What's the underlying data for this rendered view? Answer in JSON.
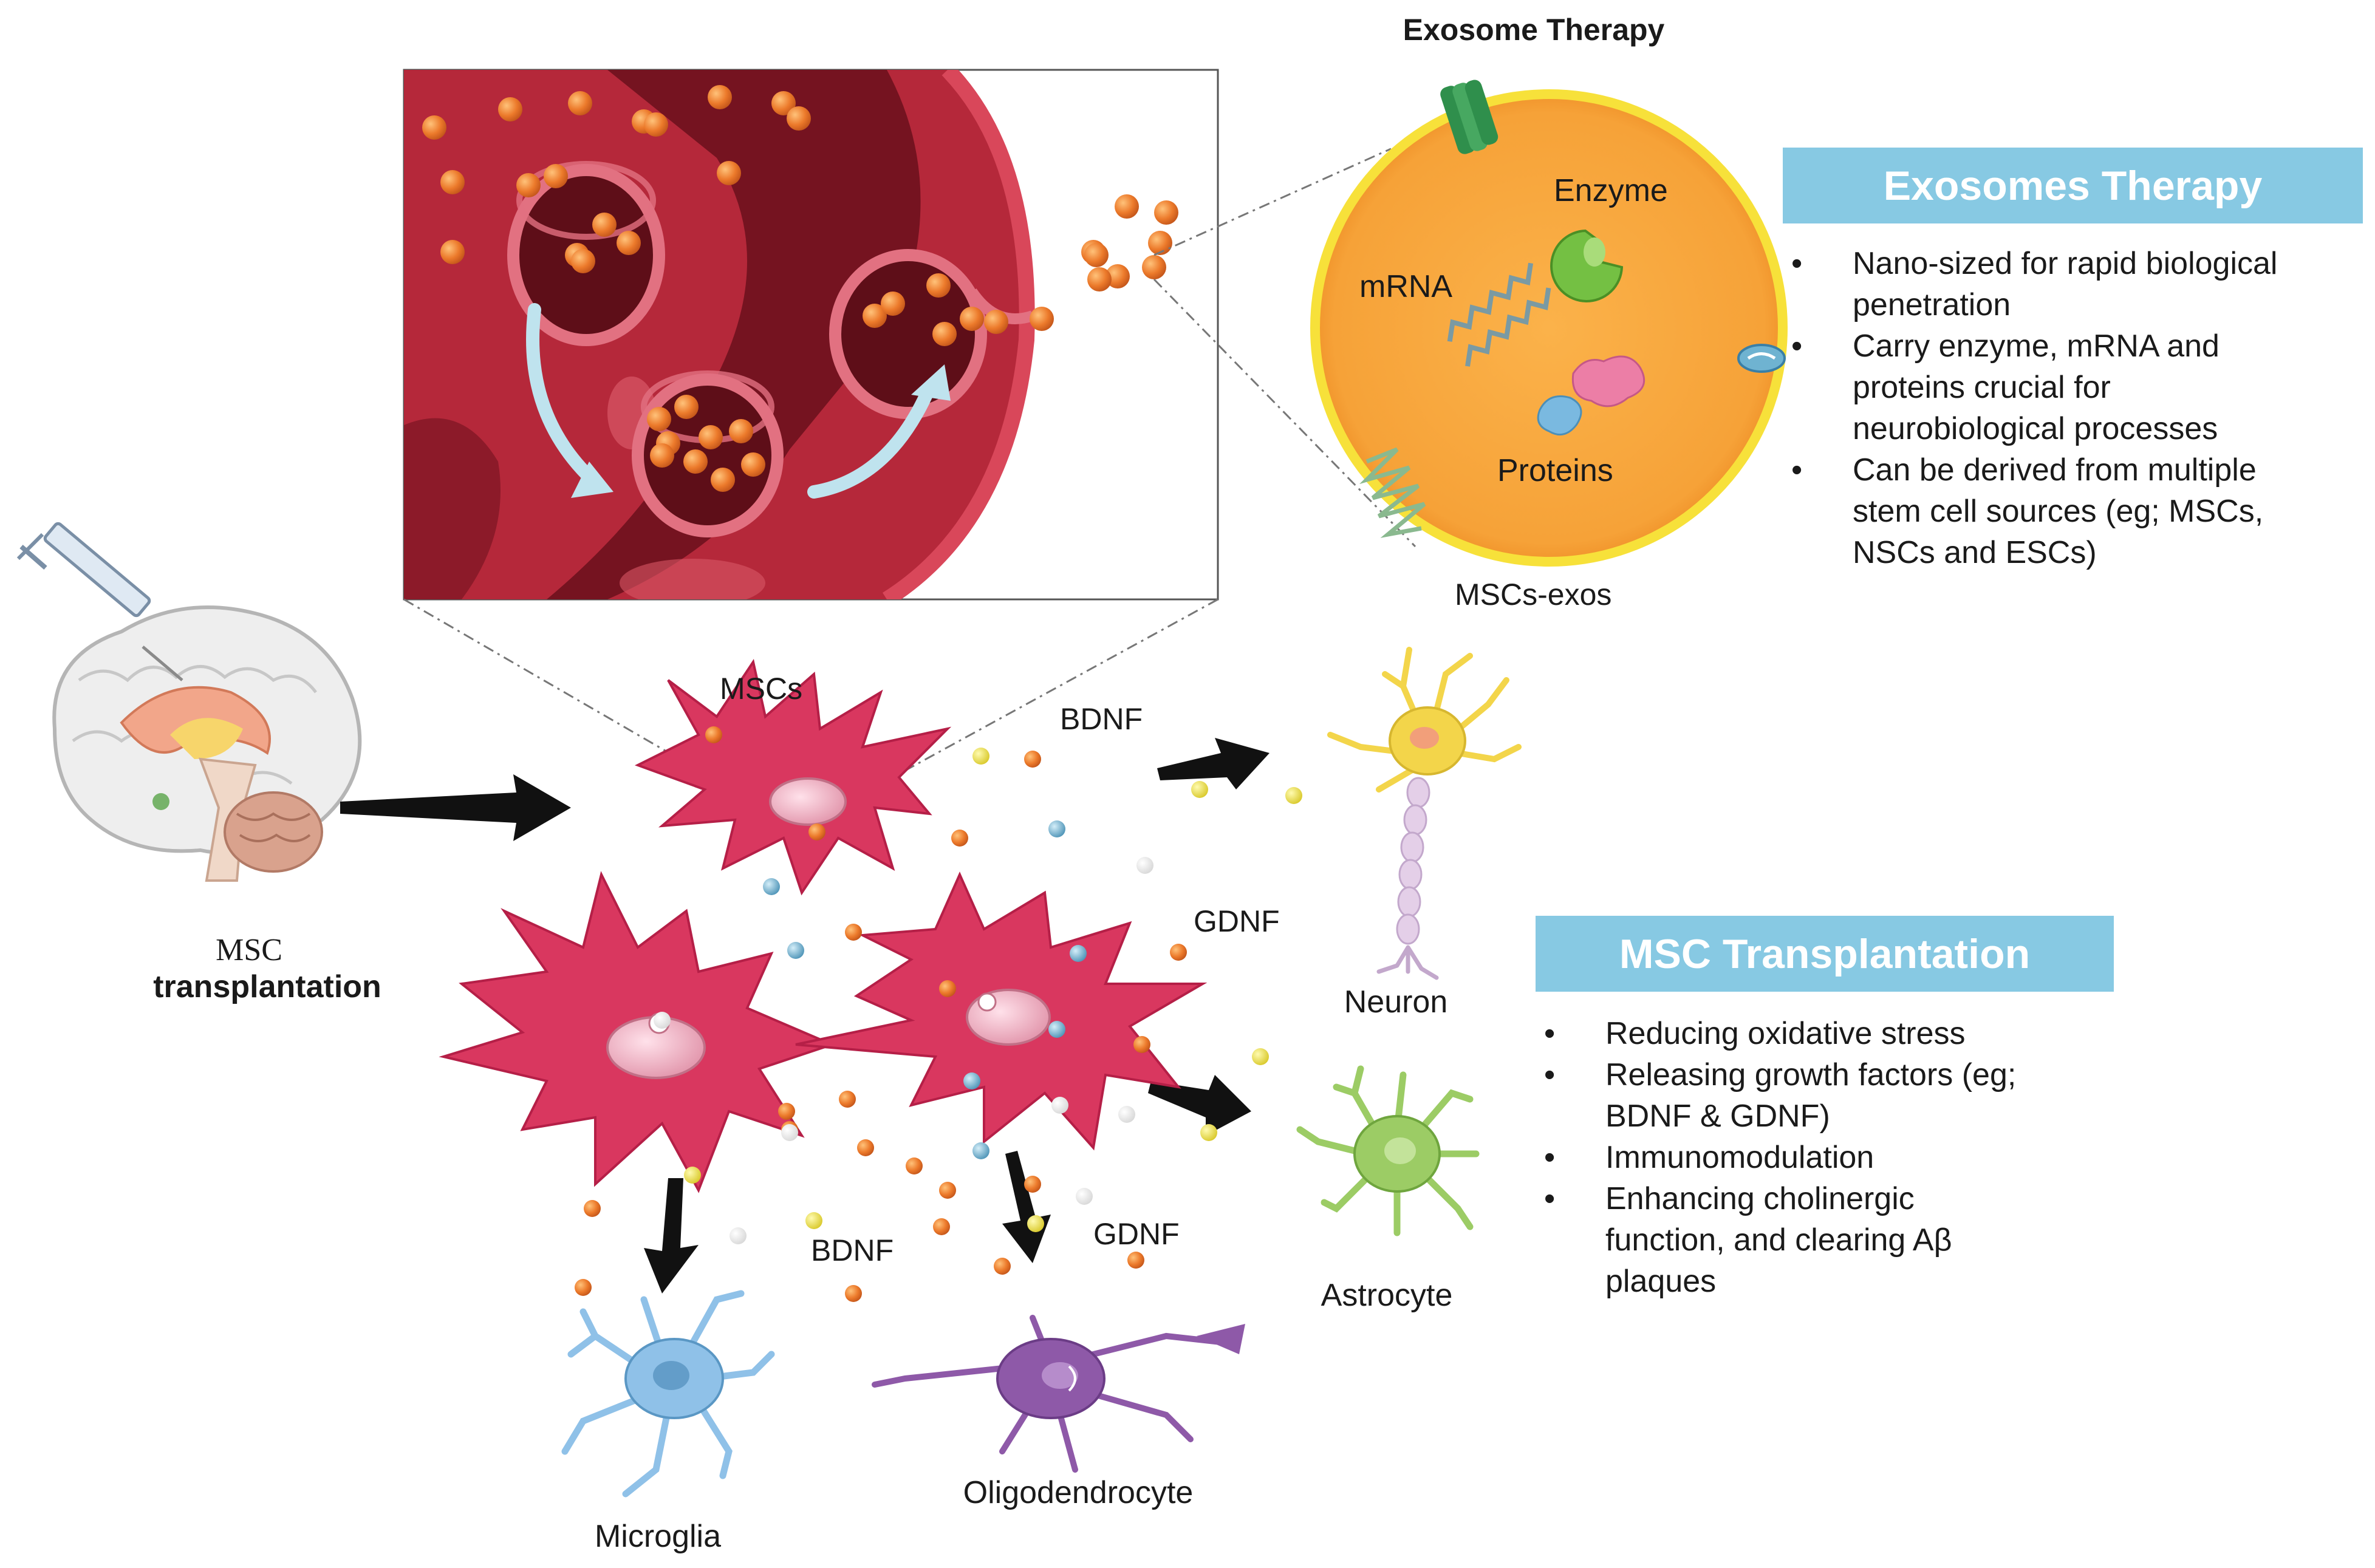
{
  "labels": {
    "exosome_therapy_title": "Exosome Therapy",
    "enzyme": "Enzyme",
    "mrna": "mRNA",
    "proteins": "Proteins",
    "mscs_exos": "MSCs-exos",
    "mscs": "MSCs",
    "bdnf_top": "BDNF",
    "gdnf_mid": "GDNF",
    "bdnf_bottom": "BDNF",
    "gdnf_bottom": "GDNF",
    "neuron": "Neuron",
    "astrocyte": "Astrocyte",
    "microglia": "Microglia",
    "oligodendrocyte": "Oligodendrocyte",
    "msc_transplantation_line1": "MSC",
    "msc_transplantation_line2": "transplantation"
  },
  "exosomes_panel": {
    "title": "Exosomes Therapy",
    "bullets": [
      [
        "Nano-sized for rapid biological",
        "penetration"
      ],
      [
        "Carry enzyme, mRNA and",
        "proteins crucial for",
        "neurobiological processes"
      ],
      [
        "Can be derived from multiple",
        "stem cell sources (eg; MSCs,",
        "NSCs and ESCs)"
      ]
    ]
  },
  "msc_panel": {
    "title": "MSC Transplantation",
    "bullets": [
      [
        "Reducing oxidative stress"
      ],
      [
        "Releasing growth factors (eg;",
        "BDNF & GDNF)"
      ],
      [
        "Immunomodulation"
      ],
      [
        "Enhancing cholinergic",
        "function, and clearing Aβ",
        "plaques"
      ]
    ]
  },
  "bullet_char": "•",
  "colors": {
    "header_box": "#87c9e3",
    "msc_cell": "#d9375f",
    "blood_vessel": "#a31f2e",
    "exosome_fill": "#f7a93b",
    "exosome_rim": "#f8e23b",
    "neuron": "#f3d54a",
    "astrocyte": "#9ccc65",
    "microglia": "#8fc1e8",
    "oligodendrocyte": "#8e59a8",
    "particle_orange": "#e8712a",
    "particle_yellow": "#f2e640",
    "particle_blue": "#6fb3d1"
  }
}
